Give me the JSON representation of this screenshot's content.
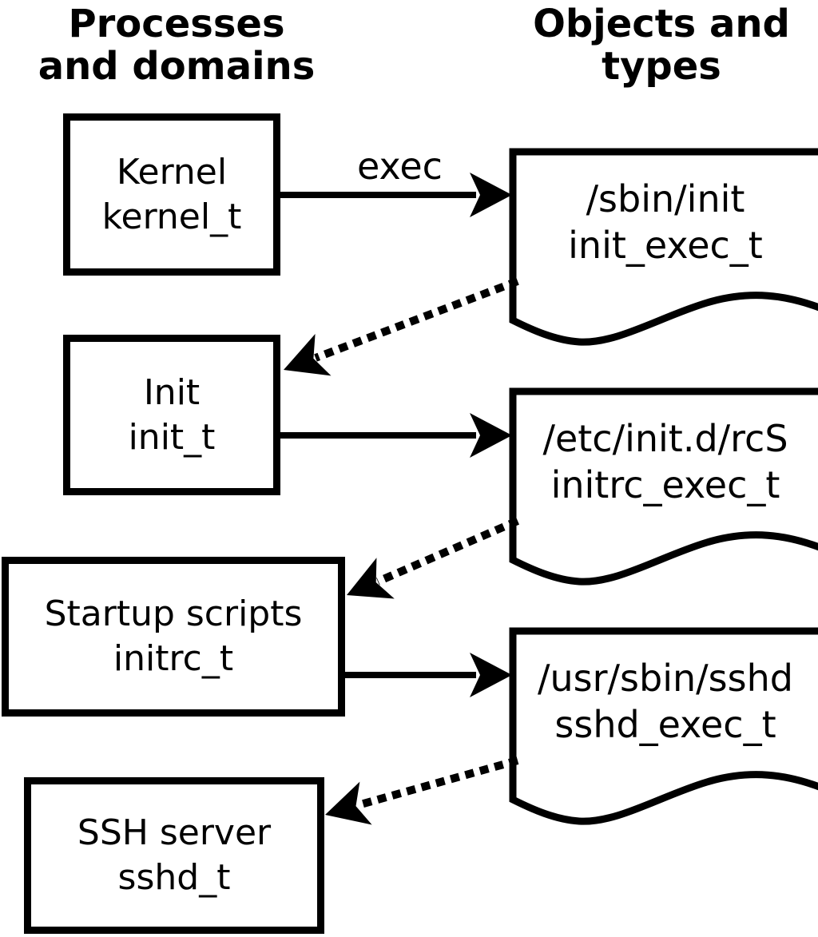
{
  "colors": {
    "ink": "#000000",
    "paper": "#ffffff"
  },
  "headers": {
    "left": "Processes\nand domains",
    "right": "Objects and\ntypes"
  },
  "processes": [
    {
      "name": "Kernel",
      "type": "kernel_t"
    },
    {
      "name": "Init",
      "type": "init_t"
    },
    {
      "name": "Startup scripts",
      "type": "initrc_t"
    },
    {
      "name": "SSH server",
      "type": "sshd_t"
    }
  ],
  "objects": [
    {
      "path": "/sbin/init",
      "type": "init_exec_t"
    },
    {
      "path": "/etc/init.d/rcS",
      "type": "initrc_exec_t"
    },
    {
      "path": "/usr/sbin/sshd",
      "type": "sshd_exec_t"
    }
  ],
  "edges": [
    {
      "from": "kernel_t",
      "to": "init_exec_t",
      "style": "solid",
      "label": "exec"
    },
    {
      "from": "init_exec_t",
      "to": "init_t",
      "style": "dotted",
      "label": ""
    },
    {
      "from": "init_t",
      "to": "initrc_exec_t",
      "style": "solid",
      "label": ""
    },
    {
      "from": "initrc_exec_t",
      "to": "initrc_t",
      "style": "dotted",
      "label": ""
    },
    {
      "from": "initrc_t",
      "to": "sshd_exec_t",
      "style": "solid",
      "label": ""
    },
    {
      "from": "sshd_exec_t",
      "to": "sshd_t",
      "style": "dotted",
      "label": ""
    }
  ]
}
